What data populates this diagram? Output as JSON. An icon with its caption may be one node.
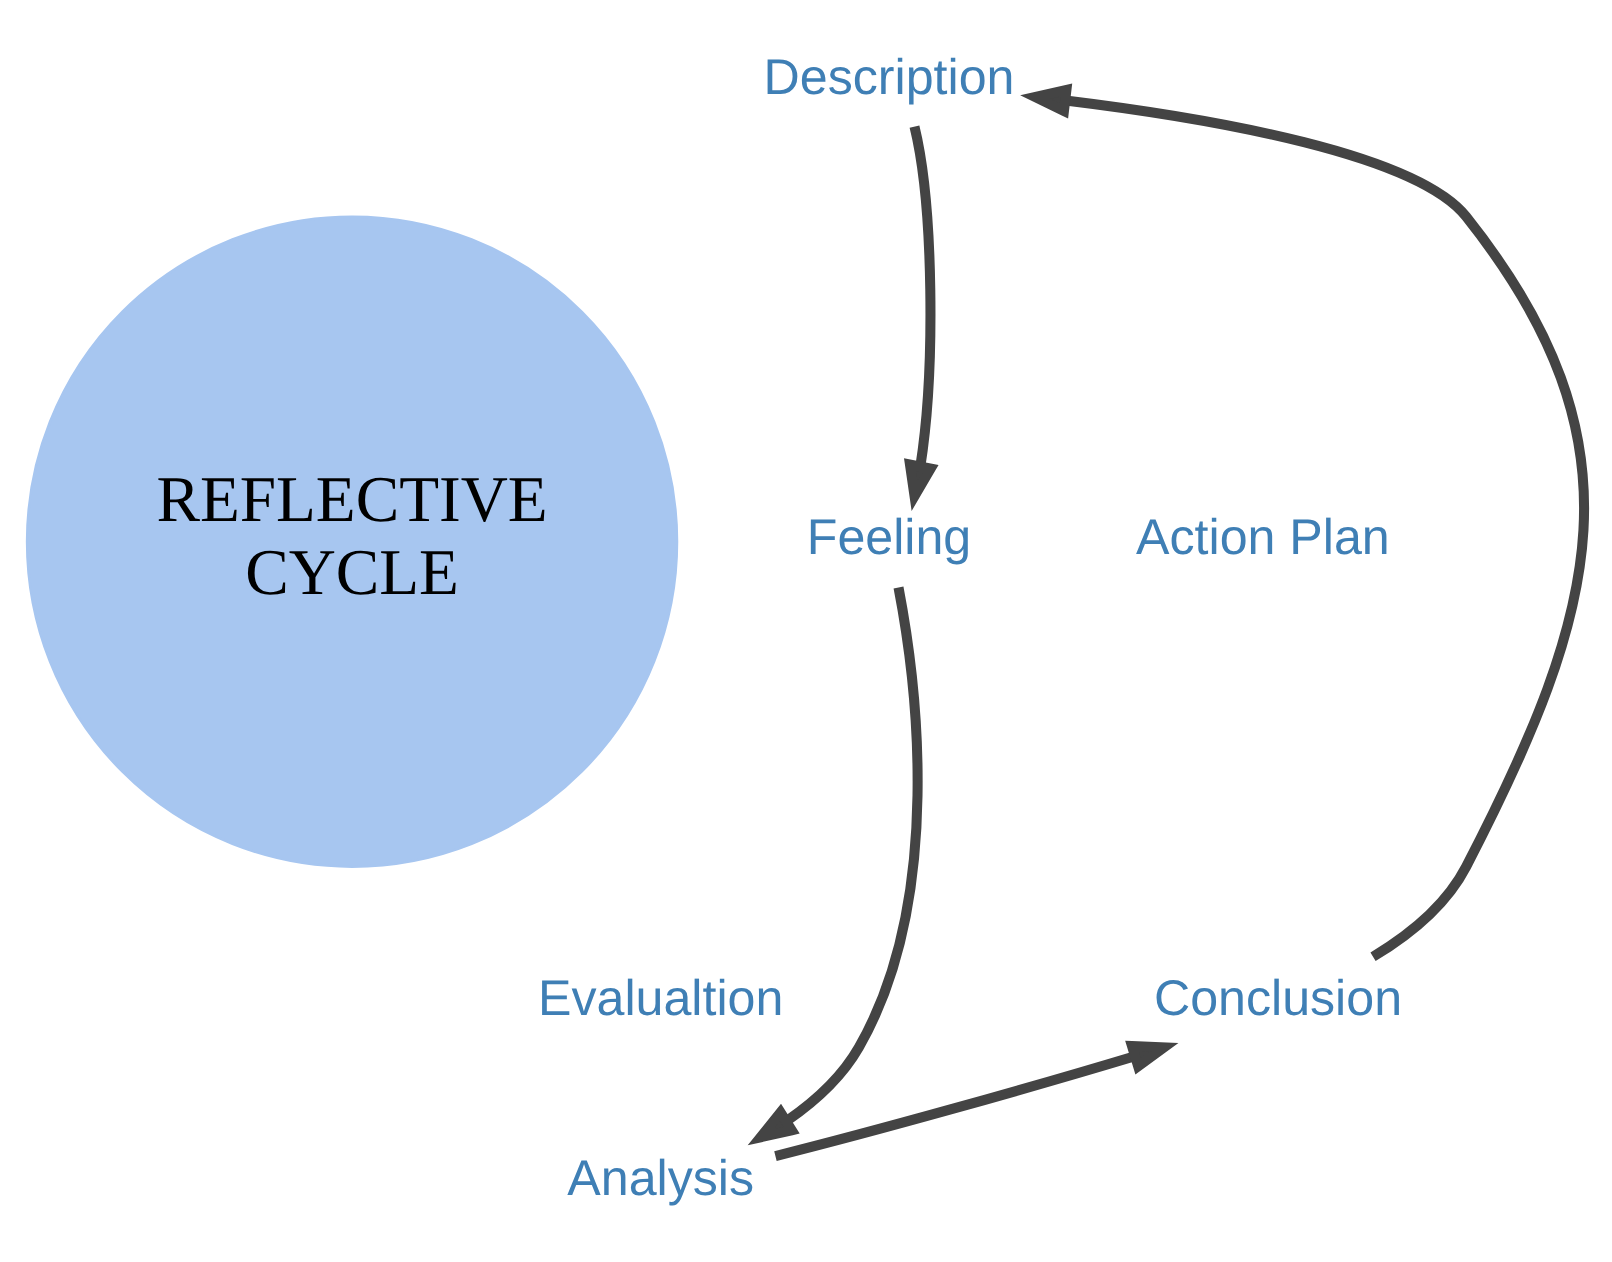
{
  "diagram": {
    "nodes": [
      {
        "text": [
          "REFLECTIVE CYCLE"
        ]
      },
      {
        "text": [
          "Description"
        ]
      },
      {
        "text": [
          "Feeling"
        ]
      },
      {
        "text": [
          "Evalualtion"
        ]
      },
      {
        "text": [
          "Analysis"
        ]
      },
      {
        "text": [
          "Conclusion"
        ]
      },
      {
        "text": [
          "Action Plan"
        ]
      }
    ],
    "edges": [
      {
        "from": 1,
        "to": 2,
        "arrow": "to"
      },
      {
        "from": 2,
        "to": 4,
        "arrow": "to"
      },
      {
        "from": 4,
        "to": 5,
        "arrow": "to"
      },
      {
        "from": 5,
        "to": 1,
        "arrow": "to"
      }
    ]
  }
}
